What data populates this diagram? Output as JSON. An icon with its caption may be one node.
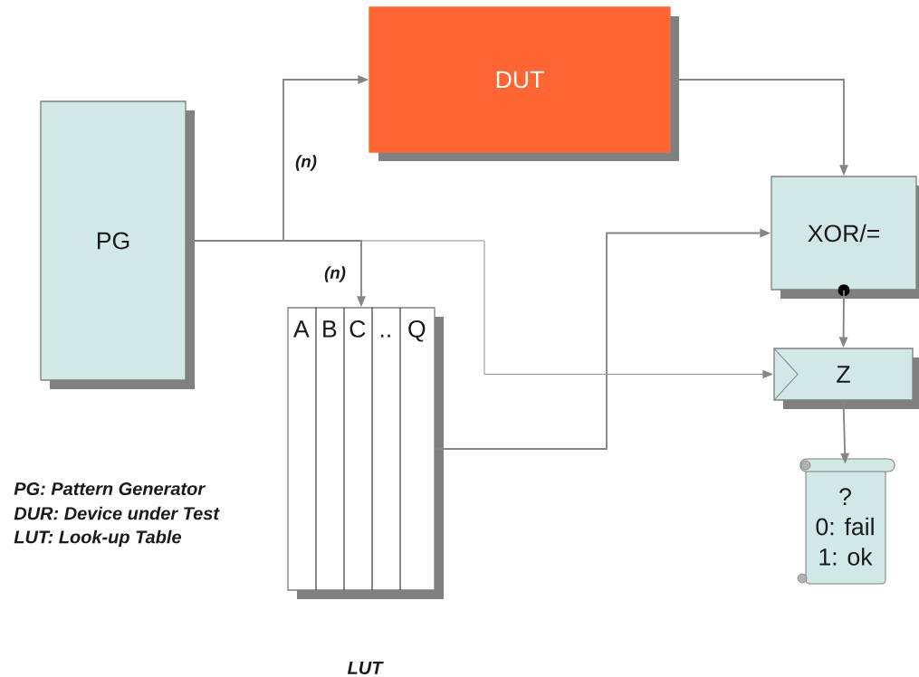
{
  "diagram": {
    "nodes": [
      {
        "text": [
          "PG"
        ]
      },
      {
        "text": [
          "DUT"
        ]
      },
      {
        "text": [],
        "shape": "box",
        "beside": [
          "LUT"
        ]
      },
      {
        "text": [
          "A"
        ],
        "in": 2
      },
      {
        "text": [
          "B"
        ],
        "in": 2
      },
      {
        "text": [
          "C"
        ],
        "in": 2
      },
      {
        "text": [
          ".."
        ],
        "in": 2
      },
      {
        "text": [
          "Q"
        ],
        "in": 2
      },
      {
        "text": [
          "XOR/="
        ]
      },
      {
        "text": [
          "Z"
        ]
      },
      {
        "text": [
          "?",
          "0: fail",
          "1: ok"
        ]
      }
    ],
    "edges": [
      {
        "from": 0,
        "to": 1,
        "arrow": "to",
        "label": "(n)"
      },
      {
        "from": 0,
        "to": 2,
        "arrow": "to",
        "label": "(n)"
      },
      {
        "from": 0,
        "to": 9,
        "arrow": "to"
      },
      {
        "from": 1,
        "to": 8,
        "arrow": "to"
      },
      {
        "from": 2,
        "to": 8,
        "arrow": "to"
      },
      {
        "from": 8,
        "to": 9,
        "arrow": "to"
      },
      {
        "from": 9,
        "to": 10,
        "arrow": "to"
      }
    ],
    "labels": [
      "PG: Pattern Generator",
      "DUR: Device under Test",
      "LUT: Look-up Table"
    ]
  }
}
